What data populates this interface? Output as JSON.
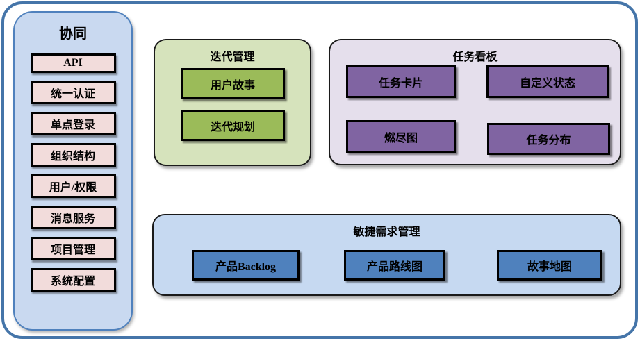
{
  "collaboration": {
    "title": "协同",
    "items": [
      "API",
      "统一认证",
      "单点登录",
      "组织结构",
      "用户/权限",
      "消息服务",
      "项目管理",
      "系统配置"
    ]
  },
  "iteration": {
    "title": "迭代管理",
    "items": [
      "用户故事",
      "迭代规划"
    ]
  },
  "taskboard": {
    "title": "任务看板",
    "items": [
      "任务卡片",
      "自定义状态",
      "燃尽图",
      "任务分布"
    ]
  },
  "requirements": {
    "title": "敏捷需求管理",
    "items": [
      "产品Backlog",
      "产品路线图",
      "故事地图"
    ]
  },
  "colors": {
    "outer_frame_border": "#4575A9",
    "sidebar_bg": "#C9D9F0",
    "sidebar_border": "#4F81BD",
    "sidebar_item_bg": "#F2DCDB",
    "iteration_box_bg": "#D6E3BC",
    "iteration_item_bg": "#9BBB59",
    "taskboard_box_bg": "#E5DFEC",
    "taskboard_item_bg": "#8064A2",
    "requirements_box_bg": "#C6D9F1",
    "requirements_item_bg": "#4F81BD",
    "item_border": "#000000",
    "text": "#000000"
  }
}
